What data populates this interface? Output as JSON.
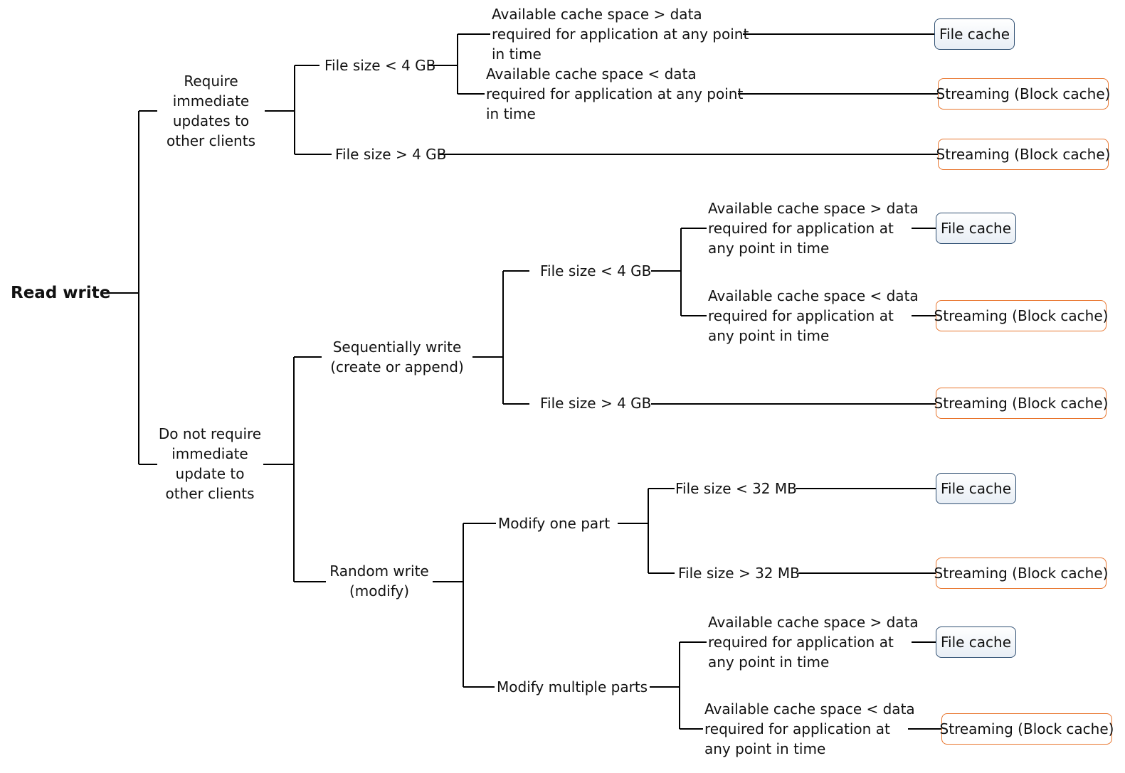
{
  "root": "Read write",
  "immediate": {
    "label": "Require\nimmediate\nupdates to\nother clients",
    "size_small": "File size < 4 GB",
    "size_large": "File size > 4 GB",
    "cache_more": "Available cache space > data\nrequired for application at any point\nin time",
    "cache_less": "Available cache space < data\nrequired for application at any point\nin time"
  },
  "deferred": {
    "label": "Do not require\nimmediate\nupdate to\nother clients",
    "sequential": {
      "label": "Sequentially write\n(create or append)",
      "size_small": "File size < 4 GB",
      "size_large": "File size > 4 GB",
      "cache_more": "Available cache space > data\nrequired for application at\nany point in time",
      "cache_less": "Available cache space < data\nrequired for application at\nany point in time"
    },
    "random": {
      "label": "Random write\n(modify)",
      "one_part": "Modify one part",
      "multiple_parts": "Modify multiple parts",
      "size_small": "File size < 32 MB",
      "size_large": "File size > 32 MB",
      "cache_more": "Available cache space > data\nrequired for application at\nany point in time",
      "cache_less": "Available cache space < data\nrequired for application at\nany point in time"
    }
  },
  "results": {
    "file_cache": "File cache",
    "streaming": "Streaming (Block cache)"
  },
  "colors": {
    "line": "#000000",
    "file_cache_border": "#2f4f72",
    "streaming_border": "#e8742c"
  }
}
